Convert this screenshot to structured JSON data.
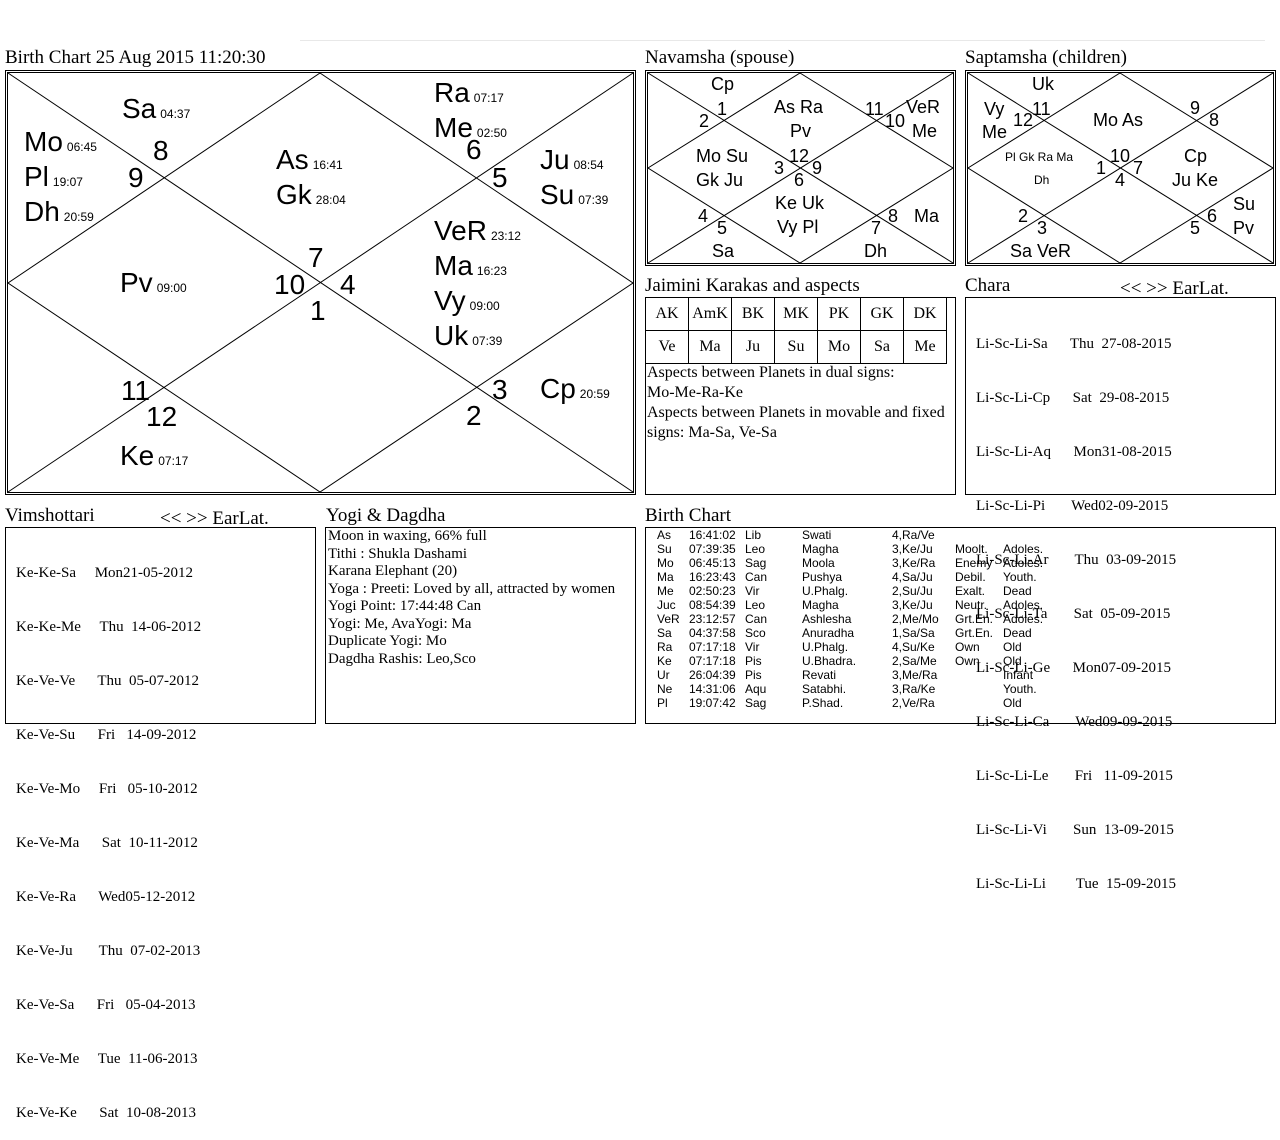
{
  "birth_chart": {
    "title": "Birth Chart  25 Aug 2015  11:20:30",
    "houses": [
      "8",
      "9",
      "7",
      "10",
      "4",
      "1",
      "6",
      "5",
      "11",
      "12",
      "3",
      "2"
    ],
    "planets": [
      {
        "name": "Sa",
        "deg": "04:37"
      },
      {
        "name": "Mo",
        "deg": "06:45"
      },
      {
        "name": "Pl",
        "deg": "19:07"
      },
      {
        "name": "Dh",
        "deg": "20:59"
      },
      {
        "name": "As",
        "deg": "16:41"
      },
      {
        "name": "Gk",
        "deg": "28:04"
      },
      {
        "name": "Ra",
        "deg": "07:17"
      },
      {
        "name": "Me",
        "deg": "02:50"
      },
      {
        "name": "Ju",
        "deg": "08:54"
      },
      {
        "name": "Su",
        "deg": "07:39"
      },
      {
        "name": "Pv",
        "deg": "09:00"
      },
      {
        "name": "VeR",
        "deg": "23:12"
      },
      {
        "name": "Ma",
        "deg": "16:23"
      },
      {
        "name": "Vy",
        "deg": "09:00"
      },
      {
        "name": "Uk",
        "deg": "07:39"
      },
      {
        "name": "Ke",
        "deg": "07:17"
      },
      {
        "name": "Cp",
        "deg": "20:59"
      }
    ]
  },
  "navamsha": {
    "title": "Navamsha (spouse)",
    "labels": [
      "Cp",
      "1",
      "2",
      "As Ra",
      "Pv",
      "11",
      "10",
      "VeR",
      "Me",
      "Mo Su",
      "Gk Ju",
      "12",
      "3",
      "9",
      "6",
      "Ke Uk",
      "Vy Pl",
      "4",
      "5",
      "7",
      "8",
      "Ma",
      "Sa",
      "Dh"
    ]
  },
  "saptamsha": {
    "title": "Saptamsha (children)",
    "labels": [
      "Uk",
      "Vy",
      "11",
      "12",
      "Me",
      "Mo As",
      "9",
      "8",
      "Pl Gk Ra Ma",
      "Dh",
      "10",
      "1",
      "7",
      "4",
      "Cp",
      "Ju Ke",
      "2",
      "3",
      "6",
      "5",
      "Su",
      "Pv",
      "Sa VeR"
    ]
  },
  "jaimini": {
    "title": "Jaimini Karakas and aspects",
    "headers": [
      "AK",
      "AmK",
      "BK",
      "MK",
      "PK",
      "GK",
      "DK"
    ],
    "values": [
      "Ve",
      "Ma",
      "Ju",
      "Su",
      "Mo",
      "Sa",
      "Me"
    ],
    "aspects_dual_label": "Aspects between Planets in dual signs:",
    "aspects_dual": "Mo-Me-Ra-Ke",
    "aspects_movable": "Aspects between Planets in movable and fixed signs: Ma-Sa, Ve-Sa"
  },
  "chara": {
    "title": "Chara",
    "nav": "<< >> EarLat.",
    "rows": [
      "Li-Sc-Li-Sa      Thu  27-08-2015",
      "Li-Sc-Li-Cp      Sat  29-08-2015",
      "Li-Sc-Li-Aq      Mon31-08-2015",
      "Li-Sc-Li-Pi       Wed02-09-2015",
      "Li-Sc-Li-Ar       Thu  03-09-2015",
      "Li-Sc-Li-Ta       Sat  05-09-2015",
      "Li-Sc-Li-Ge      Mon07-09-2015",
      "Li-Sc-Li-Ca       Wed09-09-2015",
      "Li-Sc-Li-Le       Fri   11-09-2015",
      "Li-Sc-Li-Vi       Sun  13-09-2015",
      "Li-Sc-Li-Li        Tue  15-09-2015"
    ]
  },
  "vimshottari": {
    "title": "Vimshottari",
    "nav": "<< >> EarLat.",
    "rows": [
      "Ke-Ke-Sa     Mon21-05-2012",
      "Ke-Ke-Me     Thu  14-06-2012",
      "Ke-Ve-Ve      Thu  05-07-2012",
      "Ke-Ve-Su      Fri   14-09-2012",
      "Ke-Ve-Mo     Fri   05-10-2012",
      "Ke-Ve-Ma      Sat  10-11-2012",
      "Ke-Ve-Ra      Wed05-12-2012",
      "Ke-Ve-Ju       Thu  07-02-2013",
      "Ke-Ve-Sa      Fri   05-04-2013",
      "Ke-Ve-Me     Tue  11-06-2013",
      "Ke-Ve-Ke      Sat  10-08-2013"
    ]
  },
  "yogi_dagdha": {
    "title": "Yogi & Dagdha",
    "lines": [
      "Moon in waxing, 66% full",
      "Tithi : Shukla  Dashami",
      "Karana Elephant (20)",
      "Yoga : Preeti: Loved by all, attracted by women",
      "Yogi Point: 17:44:48 Can",
      "Yogi: Me, AvaYogi: Ma",
      "Duplicate Yogi: Mo",
      "Dagdha Rashis: Leo,Sco"
    ]
  },
  "birth_chart_table": {
    "title": "Birth Chart",
    "rows": [
      [
        "As",
        "16:41:02",
        "Lib",
        "Swati",
        "4,Ra/Ve",
        "",
        ""
      ],
      [
        "Su",
        "07:39:35",
        "Leo",
        "Magha",
        "3,Ke/Ju",
        "Moolt.",
        "Adoles."
      ],
      [
        "Mo",
        "06:45:13",
        "Sag",
        "Moola",
        "3,Ke/Ra",
        "Enemy",
        "Adoles."
      ],
      [
        "Ma",
        "16:23:43",
        "Can",
        "Pushya",
        "4,Sa/Ju",
        "Debil.",
        "Youth."
      ],
      [
        "Me",
        "02:50:23",
        "Vir",
        "U.Phalg.",
        "2,Su/Ju",
        "Exalt.",
        "Dead"
      ],
      [
        "Juc",
        "08:54:39",
        "Leo",
        "Magha",
        "3,Ke/Ju",
        "Neutr.",
        "Adoles."
      ],
      [
        "VeR",
        "23:12:57",
        "Can",
        "Ashlesha",
        "2,Me/Mo",
        "Grt.En.",
        "Adoles."
      ],
      [
        "Sa",
        "04:37:58",
        "Sco",
        "Anuradha",
        "1,Sa/Sa",
        "Grt.En.",
        "Dead"
      ],
      [
        "Ra",
        "07:17:18",
        "Vir",
        "U.Phalg.",
        "4,Su/Ke",
        "Own",
        "Old"
      ],
      [
        "Ke",
        "07:17:18",
        "Pis",
        "U.Bhadra.",
        "2,Sa/Me",
        "Own",
        "Old"
      ],
      [
        "Ur",
        "26:04:39",
        "Pis",
        "Revati",
        "3,Me/Ra",
        "",
        "Infant"
      ],
      [
        "Ne",
        "14:31:06",
        "Aqu",
        "Satabhi.",
        "3,Ra/Ke",
        "",
        "Youth."
      ],
      [
        "Pl",
        "19:07:42",
        "Sag",
        "P.Shad.",
        "2,Ve/Ra",
        "",
        "Old"
      ]
    ]
  }
}
